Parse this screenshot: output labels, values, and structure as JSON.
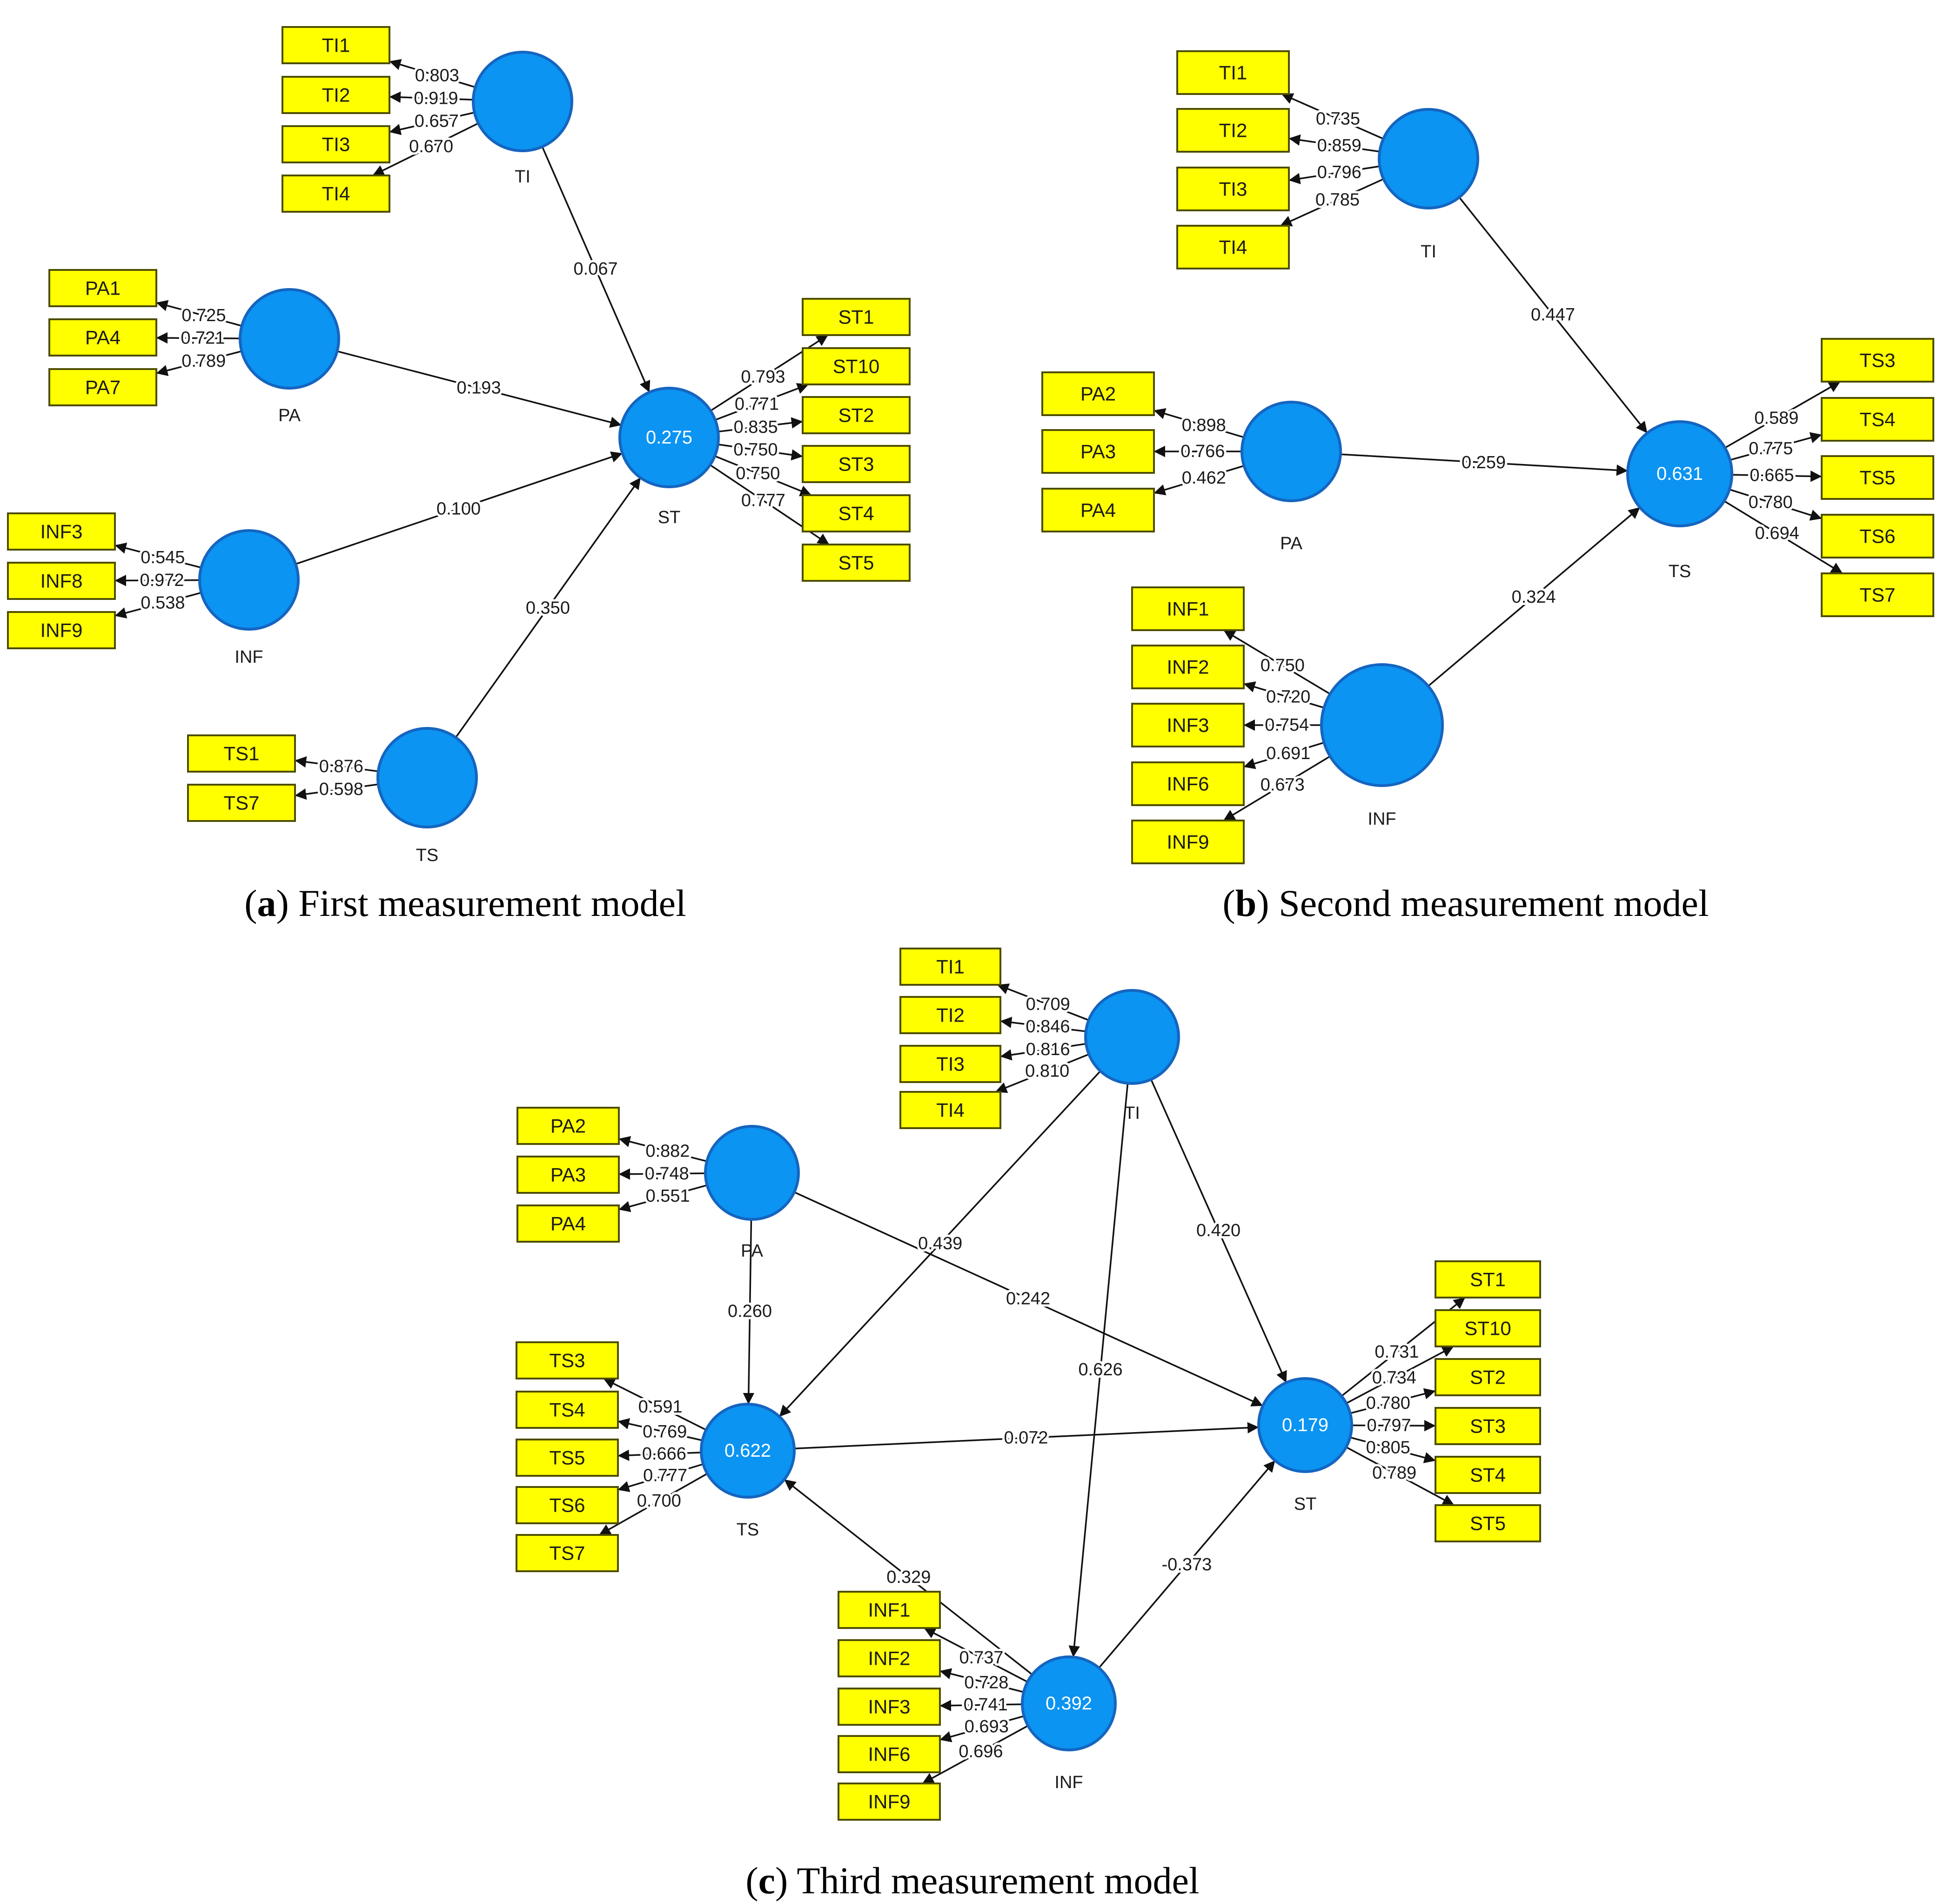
{
  "panels": [
    {
      "id": "a",
      "caption": {
        "letter": "a",
        "text": "First measurement model"
      },
      "latent": [
        {
          "id": "TI",
          "label": "TI",
          "r2": ""
        },
        {
          "id": "PA",
          "label": "PA",
          "r2": ""
        },
        {
          "id": "INF",
          "label": "INF",
          "r2": ""
        },
        {
          "id": "TS",
          "label": "TS",
          "r2": ""
        },
        {
          "id": "ST",
          "label": "ST",
          "r2": "0.275"
        }
      ],
      "indicators": [
        {
          "latent": "TI",
          "label": "TI1",
          "loading": "0.803"
        },
        {
          "latent": "TI",
          "label": "TI2",
          "loading": "0.919"
        },
        {
          "latent": "TI",
          "label": "TI3",
          "loading": "0.657"
        },
        {
          "latent": "TI",
          "label": "TI4",
          "loading": "0.670"
        },
        {
          "latent": "PA",
          "label": "PA1",
          "loading": "0.725"
        },
        {
          "latent": "PA",
          "label": "PA4",
          "loading": "0.721"
        },
        {
          "latent": "PA",
          "label": "PA7",
          "loading": "0.789"
        },
        {
          "latent": "INF",
          "label": "INF3",
          "loading": "0.545"
        },
        {
          "latent": "INF",
          "label": "INF8",
          "loading": "0.972"
        },
        {
          "latent": "INF",
          "label": "INF9",
          "loading": "0.538"
        },
        {
          "latent": "TS",
          "label": "TS1",
          "loading": "0.876"
        },
        {
          "latent": "TS",
          "label": "TS7",
          "loading": "0.598"
        },
        {
          "latent": "ST",
          "label": "ST1",
          "loading": "0.793"
        },
        {
          "latent": "ST",
          "label": "ST10",
          "loading": "0.771"
        },
        {
          "latent": "ST",
          "label": "ST2",
          "loading": "0.835"
        },
        {
          "latent": "ST",
          "label": "ST3",
          "loading": "0.750"
        },
        {
          "latent": "ST",
          "label": "ST4",
          "loading": "0.750"
        },
        {
          "latent": "ST",
          "label": "ST5",
          "loading": "0.777"
        }
      ],
      "paths": [
        {
          "from": "TI",
          "to": "ST",
          "coef": "0.067"
        },
        {
          "from": "PA",
          "to": "ST",
          "coef": "0.193"
        },
        {
          "from": "INF",
          "to": "ST",
          "coef": "0.100"
        },
        {
          "from": "TS",
          "to": "ST",
          "coef": "0.350"
        }
      ]
    },
    {
      "id": "b",
      "caption": {
        "letter": "b",
        "text": "Second measurement model"
      },
      "latent": [
        {
          "id": "TI",
          "label": "TI",
          "r2": ""
        },
        {
          "id": "PA",
          "label": "PA",
          "r2": ""
        },
        {
          "id": "INF",
          "label": "INF",
          "r2": ""
        },
        {
          "id": "TS",
          "label": "TS",
          "r2": "0.631"
        }
      ],
      "indicators": [
        {
          "latent": "TI",
          "label": "TI1",
          "loading": "0.735"
        },
        {
          "latent": "TI",
          "label": "TI2",
          "loading": "0.859"
        },
        {
          "latent": "TI",
          "label": "TI3",
          "loading": "0.796"
        },
        {
          "latent": "TI",
          "label": "TI4",
          "loading": "0.785"
        },
        {
          "latent": "PA",
          "label": "PA2",
          "loading": "0.898"
        },
        {
          "latent": "PA",
          "label": "PA3",
          "loading": "0.766"
        },
        {
          "latent": "PA",
          "label": "PA4",
          "loading": "0.462"
        },
        {
          "latent": "INF",
          "label": "INF1",
          "loading": "0.750"
        },
        {
          "latent": "INF",
          "label": "INF2",
          "loading": "0.720"
        },
        {
          "latent": "INF",
          "label": "INF3",
          "loading": "0.754"
        },
        {
          "latent": "INF",
          "label": "INF6",
          "loading": "0.691"
        },
        {
          "latent": "INF",
          "label": "INF9",
          "loading": "0.673"
        },
        {
          "latent": "TS",
          "label": "TS3",
          "loading": "0.589"
        },
        {
          "latent": "TS",
          "label": "TS4",
          "loading": "0.775"
        },
        {
          "latent": "TS",
          "label": "TS5",
          "loading": "0.665"
        },
        {
          "latent": "TS",
          "label": "TS6",
          "loading": "0.780"
        },
        {
          "latent": "TS",
          "label": "TS7",
          "loading": "0.694"
        }
      ],
      "paths": [
        {
          "from": "TI",
          "to": "TS",
          "coef": "0.447"
        },
        {
          "from": "PA",
          "to": "TS",
          "coef": "0.259"
        },
        {
          "from": "INF",
          "to": "TS",
          "coef": "0.324"
        }
      ]
    },
    {
      "id": "c",
      "caption": {
        "letter": "c",
        "text": "Third measurement model"
      },
      "latent": [
        {
          "id": "TI",
          "label": "TI",
          "r2": ""
        },
        {
          "id": "PA",
          "label": "PA",
          "r2": ""
        },
        {
          "id": "TS",
          "label": "TS",
          "r2": "0.622"
        },
        {
          "id": "ST",
          "label": "ST",
          "r2": "0.179"
        },
        {
          "id": "INF",
          "label": "INF",
          "r2": "0.392"
        }
      ],
      "indicators": [
        {
          "latent": "TI",
          "label": "TI1",
          "loading": "0.709"
        },
        {
          "latent": "TI",
          "label": "TI2",
          "loading": "0.846"
        },
        {
          "latent": "TI",
          "label": "TI3",
          "loading": "0.816"
        },
        {
          "latent": "TI",
          "label": "TI4",
          "loading": "0.810"
        },
        {
          "latent": "PA",
          "label": "PA2",
          "loading": "0.882"
        },
        {
          "latent": "PA",
          "label": "PA3",
          "loading": "0.748"
        },
        {
          "latent": "PA",
          "label": "PA4",
          "loading": "0.551"
        },
        {
          "latent": "TS",
          "label": "TS3",
          "loading": "0.591"
        },
        {
          "latent": "TS",
          "label": "TS4",
          "loading": "0.769"
        },
        {
          "latent": "TS",
          "label": "TS5",
          "loading": "0.666"
        },
        {
          "latent": "TS",
          "label": "TS6",
          "loading": "0.777"
        },
        {
          "latent": "TS",
          "label": "TS7",
          "loading": "0.700"
        },
        {
          "latent": "ST",
          "label": "ST1",
          "loading": "0.731"
        },
        {
          "latent": "ST",
          "label": "ST10",
          "loading": "0.734"
        },
        {
          "latent": "ST",
          "label": "ST2",
          "loading": "0.780"
        },
        {
          "latent": "ST",
          "label": "ST3",
          "loading": "0.797"
        },
        {
          "latent": "ST",
          "label": "ST4",
          "loading": "0.805"
        },
        {
          "latent": "ST",
          "label": "ST5",
          "loading": "0.789"
        },
        {
          "latent": "INF",
          "label": "INF1",
          "loading": "0.737"
        },
        {
          "latent": "INF",
          "label": "INF2",
          "loading": "0.728"
        },
        {
          "latent": "INF",
          "label": "INF3",
          "loading": "0.741"
        },
        {
          "latent": "INF",
          "label": "INF6",
          "loading": "0.693"
        },
        {
          "latent": "INF",
          "label": "INF9",
          "loading": "0.696"
        }
      ],
      "paths": [
        {
          "from": "TI",
          "to": "TS",
          "coef": "0.439"
        },
        {
          "from": "TI",
          "to": "ST",
          "coef": "0.420"
        },
        {
          "from": "TI",
          "to": "INF",
          "coef": "0.626"
        },
        {
          "from": "PA",
          "to": "TS",
          "coef": "0.260"
        },
        {
          "from": "PA",
          "to": "ST",
          "coef": "0.242"
        },
        {
          "from": "TS",
          "to": "ST",
          "coef": "0.072"
        },
        {
          "from": "INF",
          "to": "TS",
          "coef": "0.329"
        },
        {
          "from": "INF",
          "to": "ST",
          "coef": "-0.373"
        }
      ]
    }
  ],
  "colors": {
    "latent_fill": "#0b94f2",
    "latent_stroke": "#1565c0",
    "indicator_fill": "#ffff00",
    "line": "#111111"
  }
}
